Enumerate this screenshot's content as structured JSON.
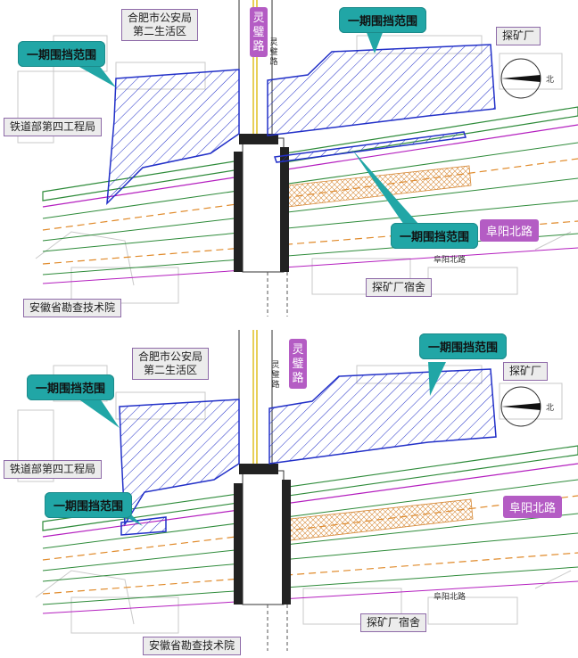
{
  "top": {
    "labels": {
      "police": "合肥市公安局\n第二生活区",
      "tiedao": "铁道部第四工程局",
      "kuangchang": "探矿厂",
      "sushe": "探矿厂宿舍",
      "kanchayuan": "安徽省勘查技术院"
    },
    "callouts": {
      "upper_left": "一期围挡范围",
      "upper_right": "一期围挡范围",
      "lower": "一期围挡范围"
    },
    "road_tags": {
      "fuyang": "阜阳北路",
      "lingbi": "灵璧路"
    },
    "small_road_text": {
      "lingbi": "灵璧路",
      "fuyang": "阜阳北路"
    },
    "compass_label": "北"
  },
  "bottom": {
    "labels": {
      "police": "合肥市公安局\n第二生活区",
      "tiedao": "铁道部第四工程局",
      "kuangchang": "探矿厂",
      "sushe": "探矿厂宿舍",
      "kanchayuan": "安徽省勘查技术院"
    },
    "callouts": {
      "upper_left": "一期围挡范围",
      "upper_right": "一期围挡范围",
      "lower": "一期围挡范围"
    },
    "road_tags": {
      "fuyang": "阜阳北路",
      "lingbi": "灵璧路"
    },
    "small_road_text": {
      "lingbi": "灵璧路",
      "fuyang": "阜阳北路"
    },
    "compass_label": "北"
  },
  "colors": {
    "callout_bg": "#21a6a6",
    "tag_purple": "#b45cc4",
    "hatch_blue": "#2230c8",
    "road_green": "#2e8b3a",
    "lane_orange": "#e08a2a",
    "median_fill": "#e9b87a"
  }
}
